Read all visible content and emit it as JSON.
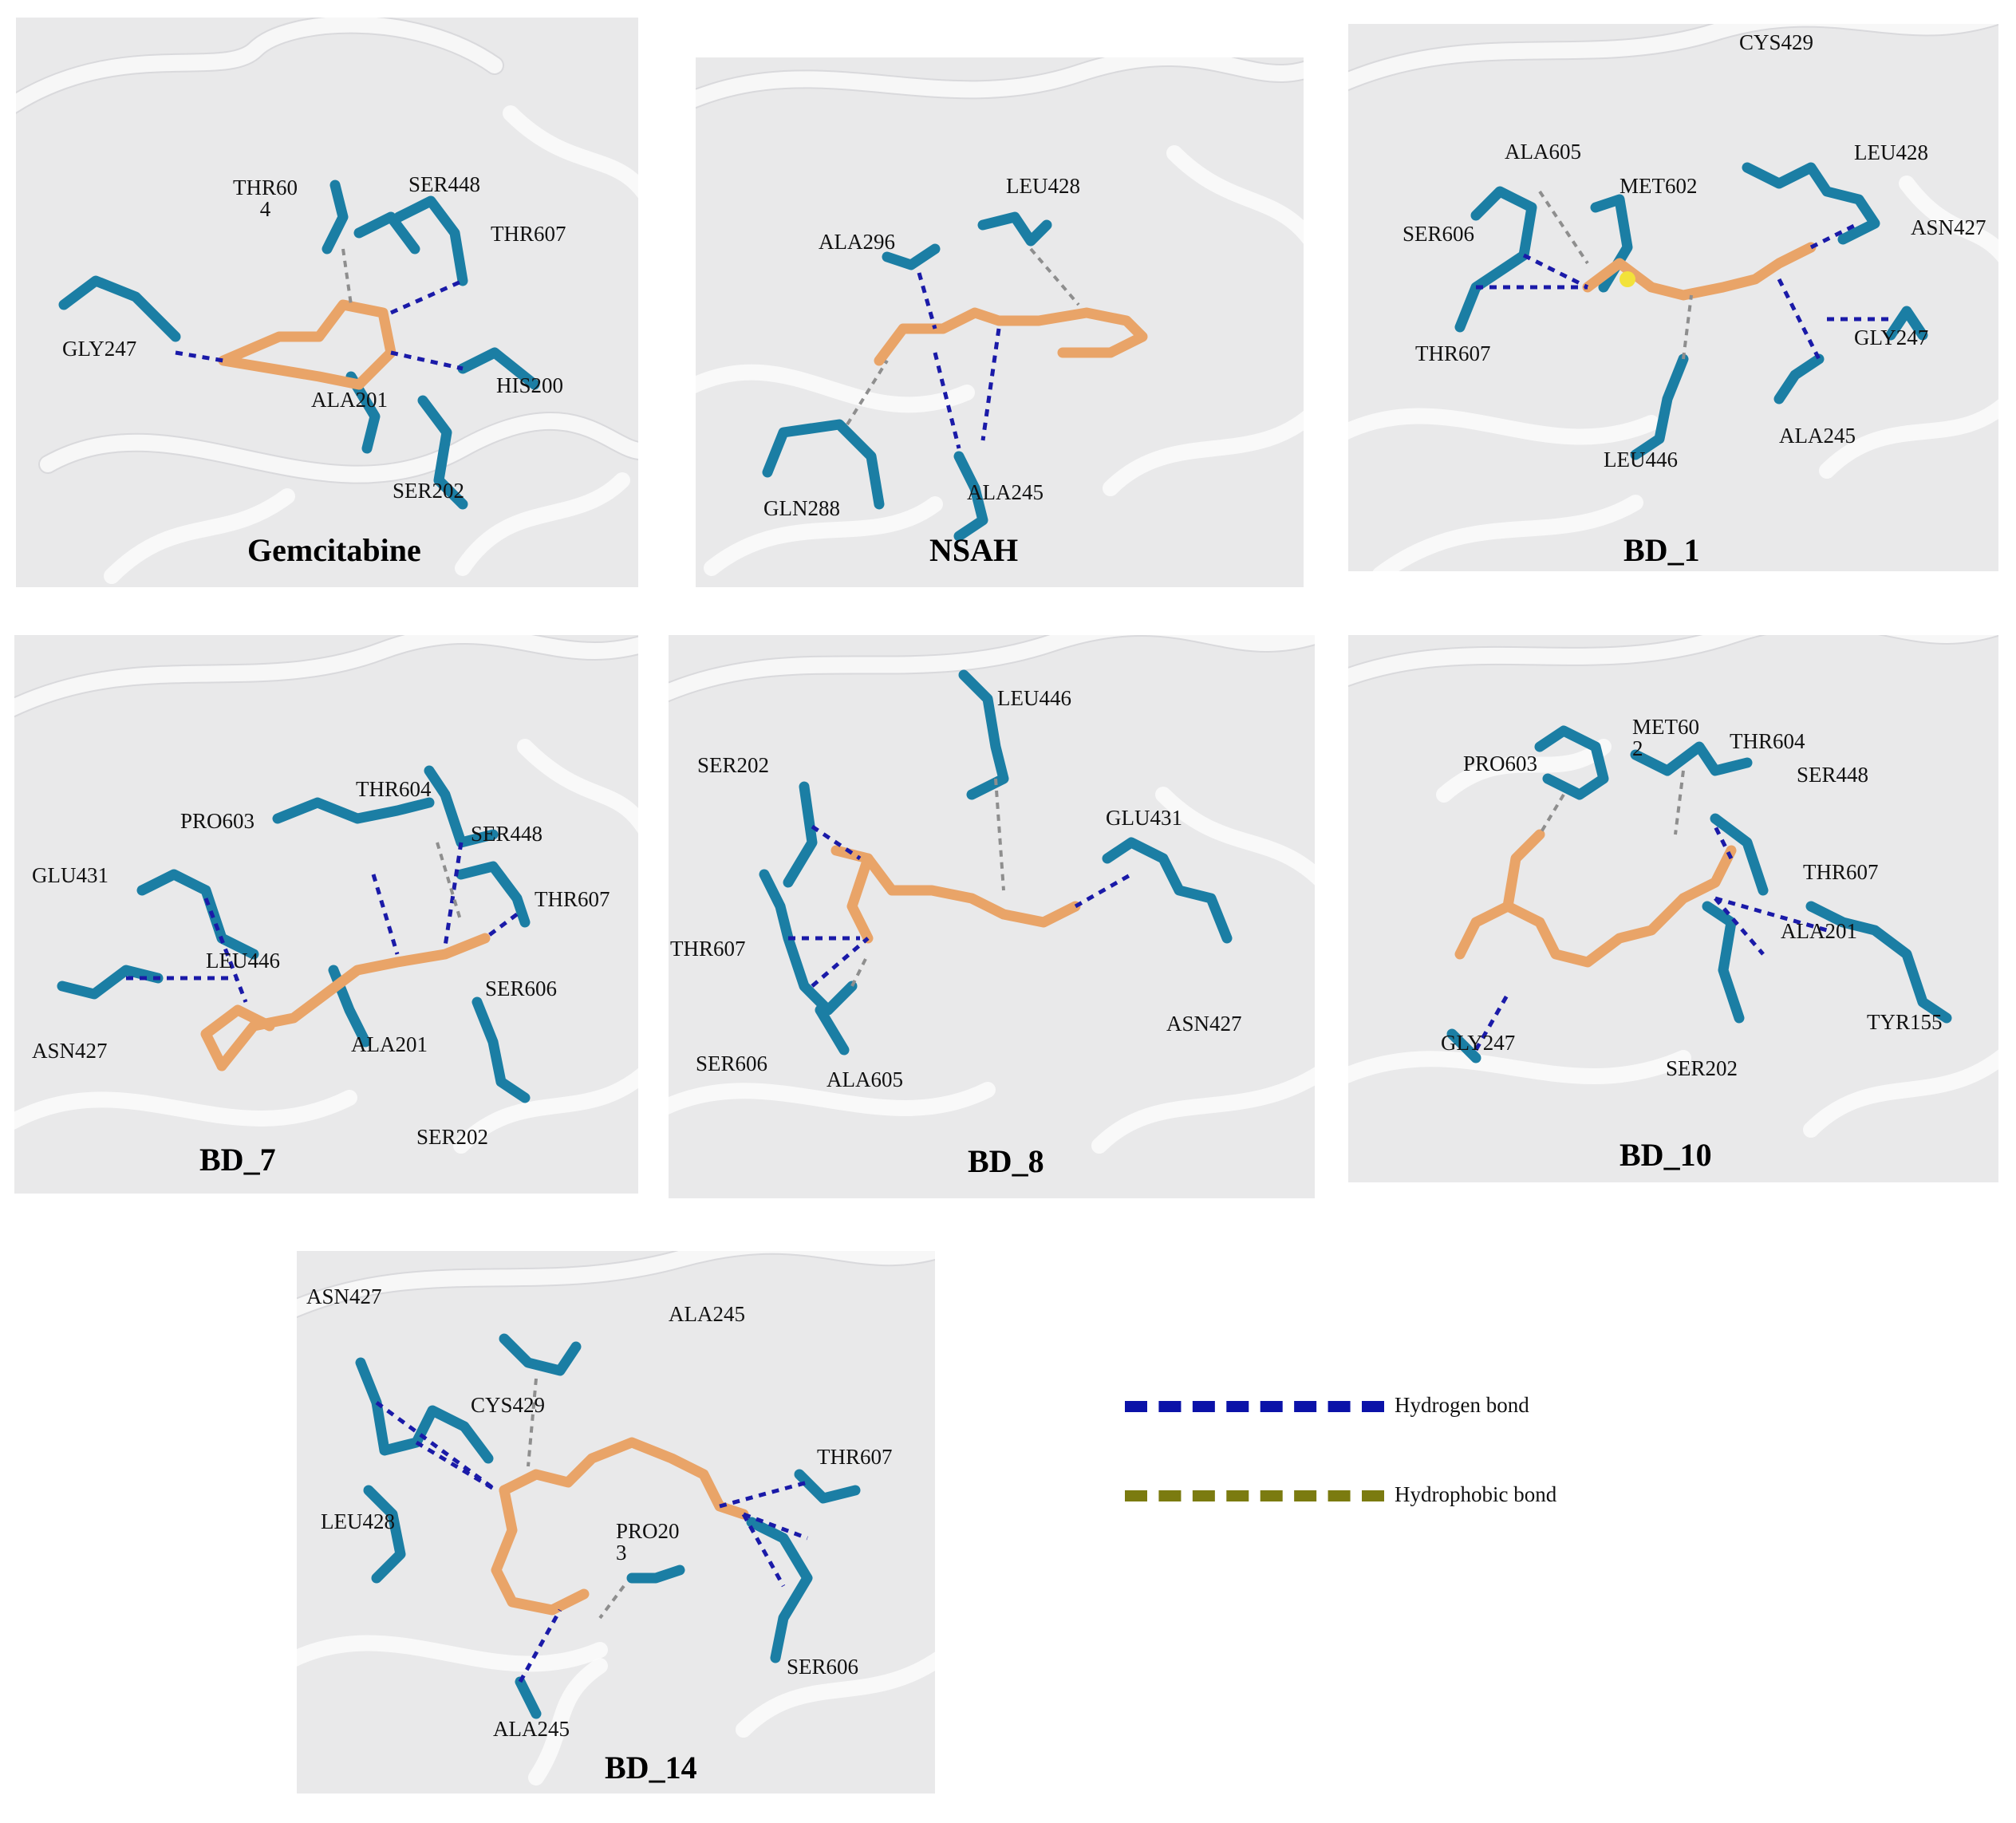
{
  "panels": [
    {
      "title": "Gemcitabine",
      "residues": [
        "THR60\n4",
        "SER448",
        "THR607",
        "GLY247",
        "HIS200",
        "ALA201",
        "SER202"
      ]
    },
    {
      "title": "NSAH",
      "residues": [
        "LEU428",
        "ALA296",
        "GLN288",
        "ALA245"
      ]
    },
    {
      "title": "BD_1",
      "residues": [
        "CYS429",
        "ALA605",
        "MET602",
        "LEU428",
        "SER606",
        "ASN427",
        "THR607",
        "GLY247",
        "LEU446",
        "ALA245"
      ]
    },
    {
      "title": "BD_7",
      "residues": [
        "THR604",
        "PRO603",
        "SER448",
        "GLU431",
        "THR607",
        "LEU446",
        "SER606",
        "ASN427",
        "ALA201",
        "SER202"
      ]
    },
    {
      "title": "BD_8",
      "residues": [
        "LEU446",
        "SER202",
        "GLU431",
        "THR607",
        "ASN427",
        "SER606",
        "ALA605"
      ]
    },
    {
      "title": "BD_10",
      "residues": [
        "MET60\n2",
        "PRO603",
        "THR604",
        "SER448",
        "THR607",
        "ALA201",
        "TYR155",
        "GLY247",
        "SER202"
      ]
    },
    {
      "title": "BD_14",
      "residues": [
        "ASN427",
        "ALA245",
        "CYS429",
        "THR607",
        "LEU428",
        "PRO20\n3",
        "SER606",
        "ALA245"
      ]
    }
  ],
  "legend": [
    {
      "label": "Hydrogen bond",
      "color": "#0b12a8"
    },
    {
      "label": "Hydrophobic bond",
      "color": "#7b7b10"
    }
  ]
}
